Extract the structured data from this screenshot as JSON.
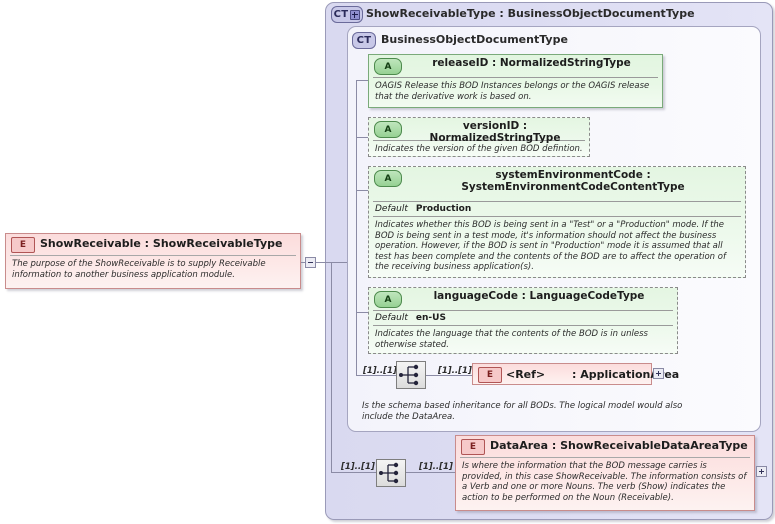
{
  "diagram": {
    "outer_type": {
      "chip": "CT",
      "title": "ShowReceivableType : BusinessObjectDocumentType"
    },
    "inner_type": {
      "chip": "CT",
      "title": "BusinessObjectDocumentType"
    },
    "root_element": {
      "chip": "E",
      "title": "ShowReceivable : ShowReceivableType",
      "doc": "The purpose of the ShowReceivable is to supply Receivable information to another business application module."
    },
    "attributes": [
      {
        "chip": "A",
        "name": "releaseID : NormalizedStringType",
        "required": true,
        "default_label": "",
        "default_value": "",
        "doc": "OAGIS Release this BOD Instances belongs or the OAGIS release that the derivative work is based on."
      },
      {
        "chip": "A",
        "name": "versionID : NormalizedStringType",
        "required": false,
        "default_label": "",
        "default_value": "",
        "doc": "Indicates the version of the given BOD defintion."
      },
      {
        "chip": "A",
        "name": "systemEnvironmentCode : SystemEnvironmentCodeContentType",
        "required": false,
        "default_label": "Default",
        "default_value": "Production",
        "doc": "Indicates whether this BOD is being sent in a \"Test\" or a \"Production\" mode. If the BOD is being sent in a test mode, it's information should not affect the business operation. However, if the BOD is sent in \"Production\" mode it is assumed that all test has been complete and the contents of the BOD are to affect the operation of the receiving business application(s)."
      },
      {
        "chip": "A",
        "name": "languageCode : LanguageCodeType",
        "required": false,
        "default_label": "Default",
        "default_value": "en-US",
        "doc": "Indicates the language that the contents of the BOD is in unless otherwise stated."
      }
    ],
    "application_area": {
      "chip": "E",
      "ref_label": "<Ref>",
      "name": ": ApplicationArea",
      "cardinality_left": "[1]..[1]",
      "cardinality_right": "[1]..[1]"
    },
    "inheritance_note": "Is the schema based inheritance for all BODs. The logical model would also include the DataArea.",
    "data_area": {
      "chip": "E",
      "title": "DataArea : ShowReceivableDataAreaType",
      "doc": "Is where the information that the BOD message carries is provided, in this case ShowReceivable. The information consists of a Verb and one or more Nouns. The verb (Show) indicates the action to be performed on the Noun (Receivable).",
      "cardinality_left": "[1]..[1]",
      "cardinality_right": "[1]..[1]"
    },
    "icons": {
      "sequence": "sequence-icon",
      "expand": "+",
      "collapse": "-"
    }
  }
}
